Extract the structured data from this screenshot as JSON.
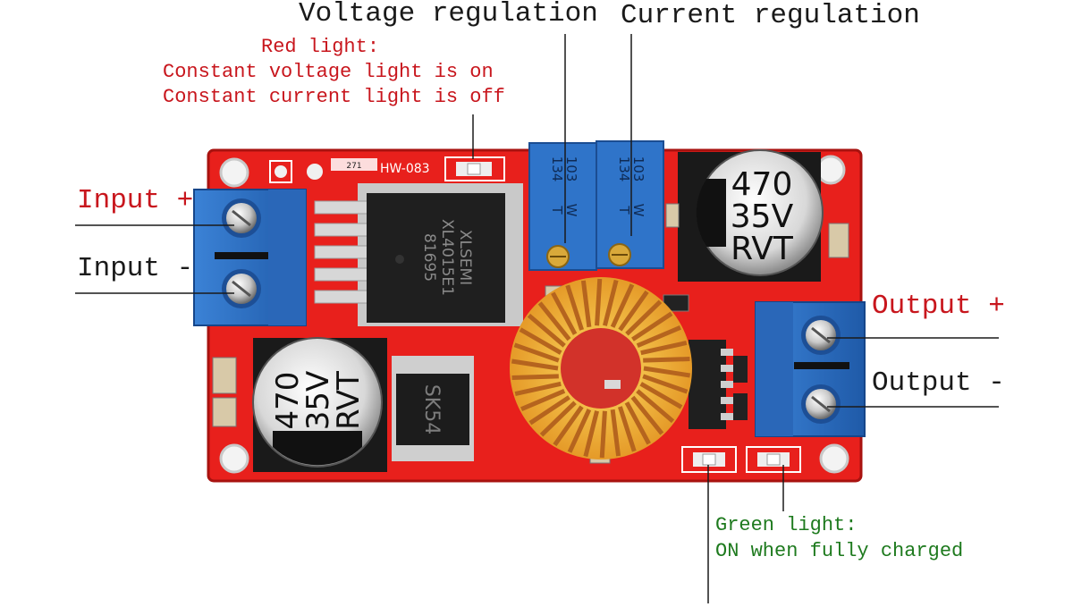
{
  "labels": {
    "voltage_regulation": "Voltage regulation",
    "current_regulation": "Current regulation",
    "red_light_title": "Red light:",
    "red_light_line1": "Constant voltage light is on",
    "red_light_line2": "Constant current light is off",
    "input_plus": "Input +",
    "input_minus": "Input -",
    "output_plus": "Output +",
    "output_minus": "Output -",
    "green_light_title": "Green light:",
    "green_light_line1": "ON when fully charged"
  },
  "board": {
    "model": "HW-083",
    "chip_brand": "XLSEMI",
    "chip_model": "XL4015E1",
    "chip_code": "81695",
    "diode": "SK54",
    "trimpot_code": "134",
    "trimpot_code2": "T",
    "trimpot_code3": "103",
    "trimpot_code4": "W",
    "cap_top_value": "470",
    "cap_top_voltage": "35V",
    "cap_top_brand": "RVT",
    "cap_left_value": "470",
    "cap_left_voltage": "35V",
    "cap_left_brand": "RVT",
    "small_marking": "271"
  },
  "colors": {
    "pcb": "#e8201c",
    "terminal": "#2f74c9",
    "coil": "#c8742a",
    "core": "#f2b43a",
    "note_red": "#c8161d",
    "note_green": "#1e7a1e"
  }
}
